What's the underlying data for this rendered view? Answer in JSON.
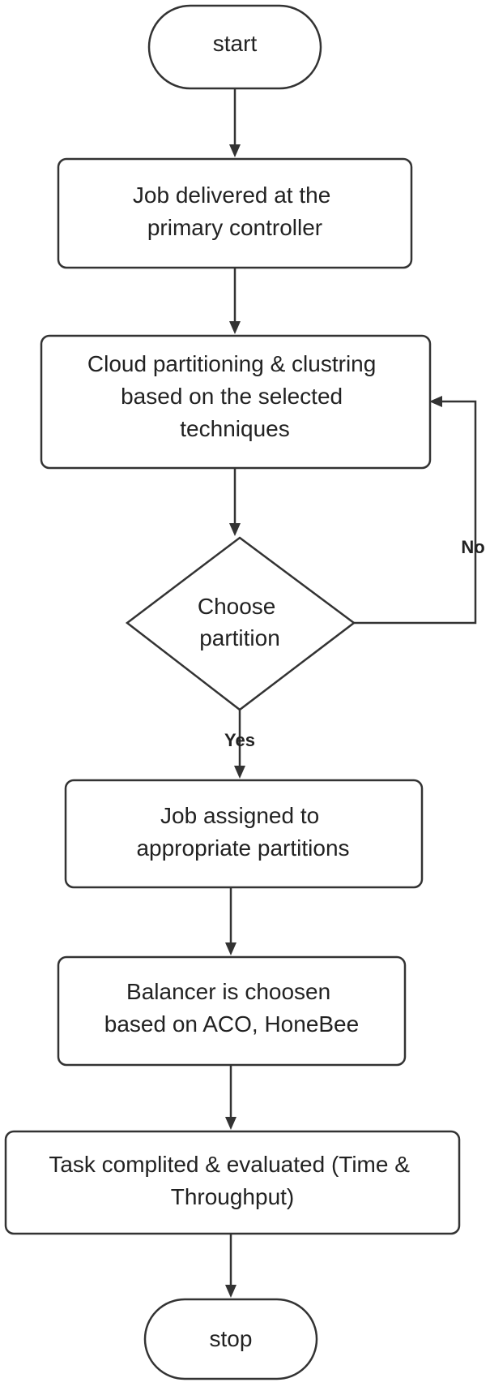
{
  "nodes": {
    "start": {
      "lines": [
        "start"
      ]
    },
    "delivered": {
      "lines": [
        "Job delivered at the",
        "primary controller"
      ]
    },
    "partitioning": {
      "lines": [
        "Cloud partitioning & clustring",
        "based on the selected",
        "techniques"
      ]
    },
    "choose": {
      "lines": [
        "Choose",
        "partition"
      ]
    },
    "assigned": {
      "lines": [
        "Job assigned to",
        "appropriate partitions"
      ]
    },
    "balancer": {
      "lines": [
        "Balancer is choosen",
        "based on ACO, HoneBee"
      ]
    },
    "task": {
      "lines": [
        "Task complited & evaluated (Time &",
        "Throughput)"
      ]
    },
    "stop": {
      "lines": [
        "stop"
      ]
    }
  },
  "edge_labels": {
    "yes": "Yes",
    "no": "No"
  }
}
